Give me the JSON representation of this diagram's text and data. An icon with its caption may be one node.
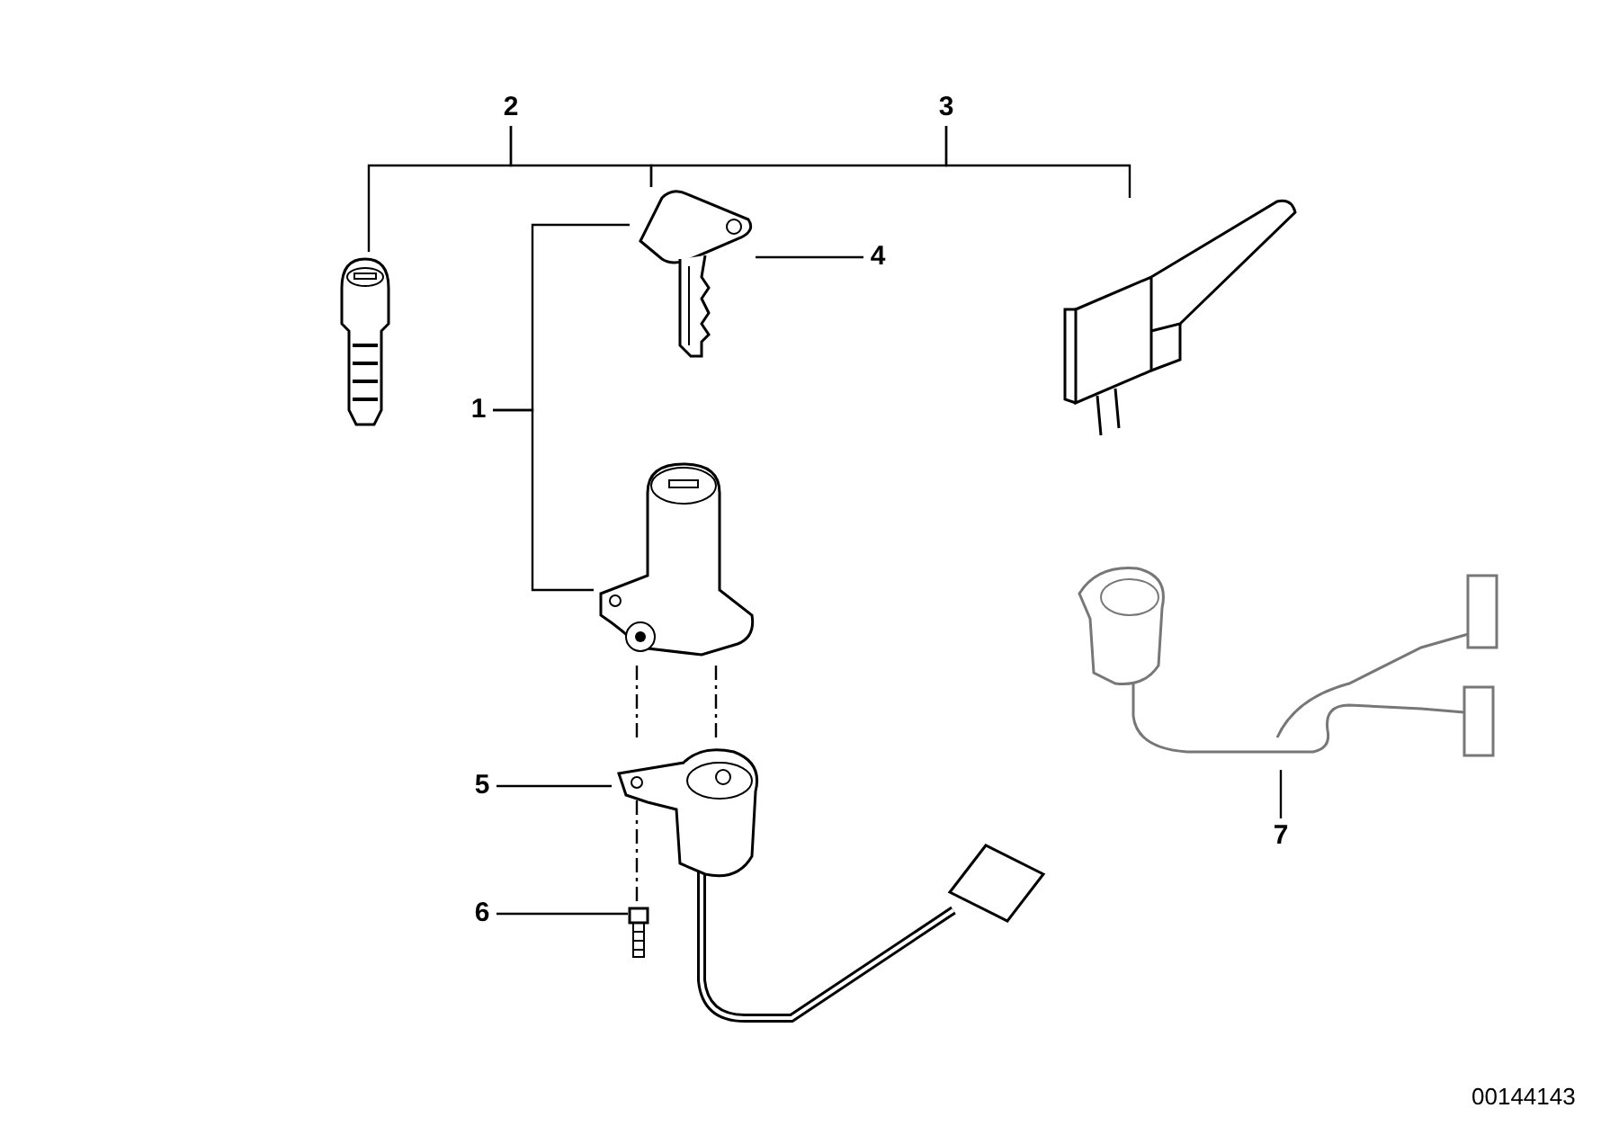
{
  "diagram": {
    "nodes": [
      {
        "text": [
          "2"
        ]
      },
      {
        "text": [
          "3"
        ]
      },
      {
        "text": [
          "4"
        ]
      },
      {
        "text": [
          "1"
        ]
      },
      {
        "text": [
          "5"
        ]
      },
      {
        "text": [
          "6"
        ]
      },
      {
        "text": [
          "7"
        ]
      },
      {
        "text": [],
        "shape": "picture"
      },
      {
        "text": [],
        "shape": "picture"
      },
      {
        "text": [],
        "shape": "picture"
      },
      {
        "text": [],
        "shape": "picture"
      },
      {
        "text": [],
        "shape": "picture"
      },
      {
        "text": [],
        "shape": "picture"
      },
      {
        "text": [],
        "shape": "picture"
      }
    ],
    "edges": [
      {
        "from": 0,
        "to": 7,
        "arrow": "none"
      },
      {
        "from": 0,
        "to": 8,
        "arrow": "none"
      },
      {
        "from": 1,
        "to": 8,
        "arrow": "none"
      },
      {
        "from": 1,
        "to": 9,
        "arrow": "none"
      },
      {
        "from": 2,
        "to": 8,
        "arrow": "none"
      },
      {
        "from": 3,
        "to": 8,
        "arrow": "none"
      },
      {
        "from": 3,
        "to": 10,
        "arrow": "none"
      },
      {
        "from": 4,
        "to": 11,
        "arrow": "none"
      },
      {
        "from": 5,
        "to": 12,
        "arrow": "none"
      },
      {
        "from": 6,
        "to": 13,
        "arrow": "none"
      },
      {
        "from": 10,
        "to": 11,
        "arrow": "none",
        "style": "dashed"
      },
      {
        "from": 11,
        "to": 12,
        "arrow": "none",
        "style": "dashed"
      },
      {
        "from": 10,
        "to": 11,
        "arrow": "none",
        "style": "dashed"
      }
    ],
    "labels": [
      "00144143"
    ]
  }
}
